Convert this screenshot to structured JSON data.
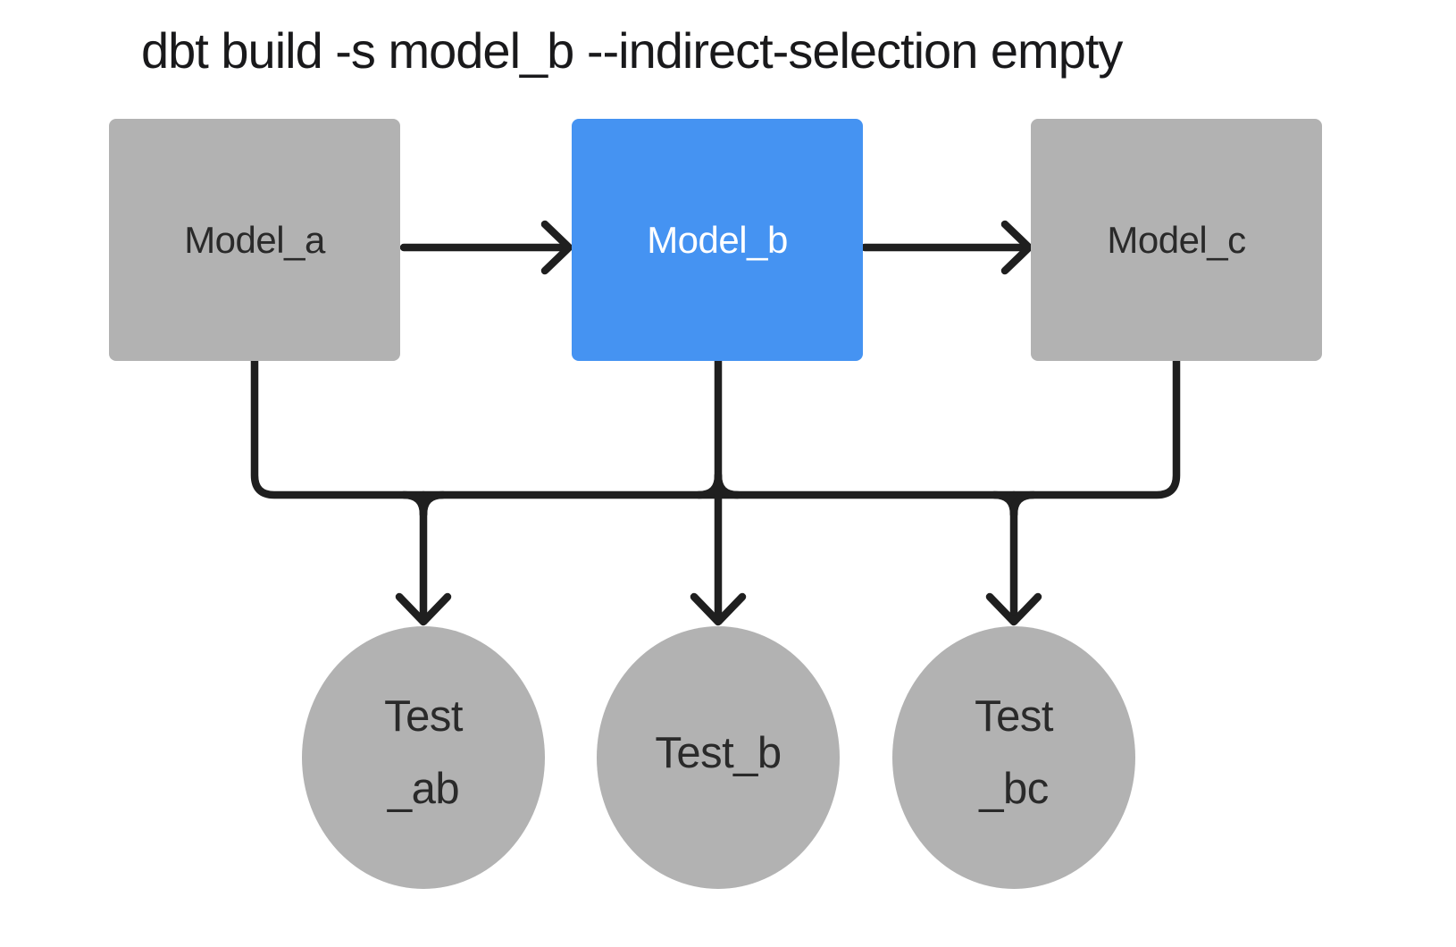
{
  "title": "dbt build -s model_b --indirect-selection empty",
  "colors": {
    "background": "#ffffff",
    "node_gray": "#b2b2b2",
    "node_selected_blue": "#4593f2",
    "line": "#1f1f1f",
    "title_text": "#19191b",
    "node_text_dark": "#2a2a2a",
    "node_text_light": "#ffffff"
  },
  "diagram": {
    "models": [
      {
        "id": "model_a",
        "label": "Model_a",
        "state": "not-selected"
      },
      {
        "id": "model_b",
        "label": "Model_b",
        "state": "selected"
      },
      {
        "id": "model_c",
        "label": "Model_c",
        "state": "not-selected"
      }
    ],
    "tests": [
      {
        "id": "test_ab",
        "line1": "Test",
        "line2": "_ab"
      },
      {
        "id": "test_b",
        "line1": "Test_b"
      },
      {
        "id": "test_bc",
        "line1": "Test",
        "line2": "_bc"
      }
    ],
    "edges": [
      {
        "from": "model_a",
        "to": "model_b",
        "style": "arrow-right"
      },
      {
        "from": "model_b",
        "to": "model_c",
        "style": "arrow-right"
      },
      {
        "from": "model_a",
        "to": "shared-bus",
        "style": "elbow-down"
      },
      {
        "from": "model_b",
        "to": "shared-bus",
        "style": "straight-through"
      },
      {
        "from": "model_c",
        "to": "shared-bus",
        "style": "elbow-down"
      },
      {
        "from": "shared-bus",
        "to": "test_ab",
        "style": "arrow-down"
      },
      {
        "from": "shared-bus",
        "to": "test_b",
        "style": "arrow-down"
      },
      {
        "from": "shared-bus",
        "to": "test_bc",
        "style": "arrow-down"
      }
    ]
  }
}
